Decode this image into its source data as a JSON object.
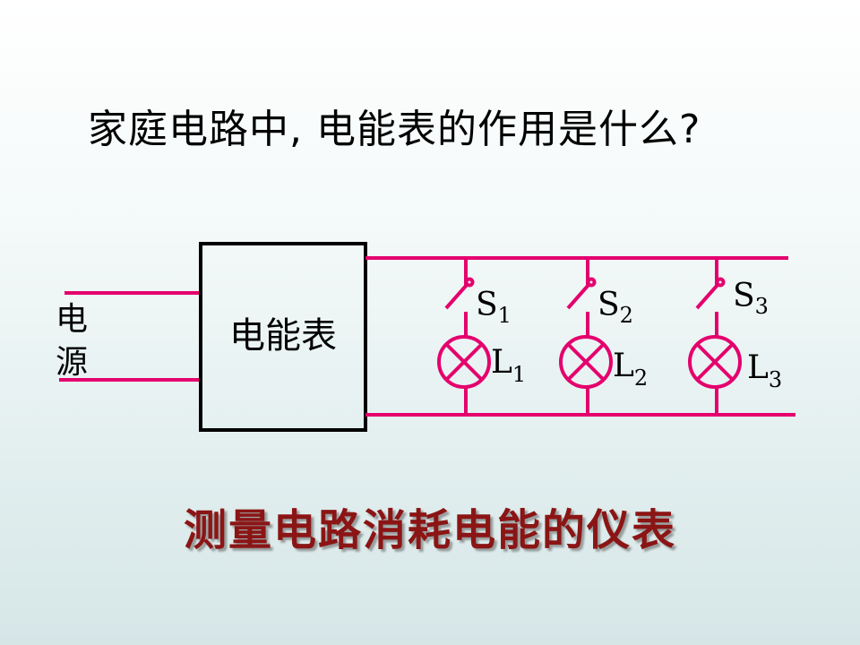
{
  "slide": {
    "title": "家庭电路中, 电能表的作用是什么?",
    "answer": "测量电路消耗电能的仪表"
  },
  "diagram": {
    "source_label_1": "电",
    "source_label_2": "源",
    "meter_label": "电能表",
    "branches": [
      {
        "switch": "S",
        "switch_sub": "1",
        "lamp": "L",
        "lamp_sub": "1"
      },
      {
        "switch": "S",
        "switch_sub": "2",
        "lamp": "L",
        "lamp_sub": "2"
      },
      {
        "switch": "S",
        "switch_sub": "3",
        "lamp": "L",
        "lamp_sub": "3"
      }
    ],
    "colors": {
      "wire": "#e4006d",
      "box": "#000000",
      "answer": "#8b1515"
    }
  }
}
